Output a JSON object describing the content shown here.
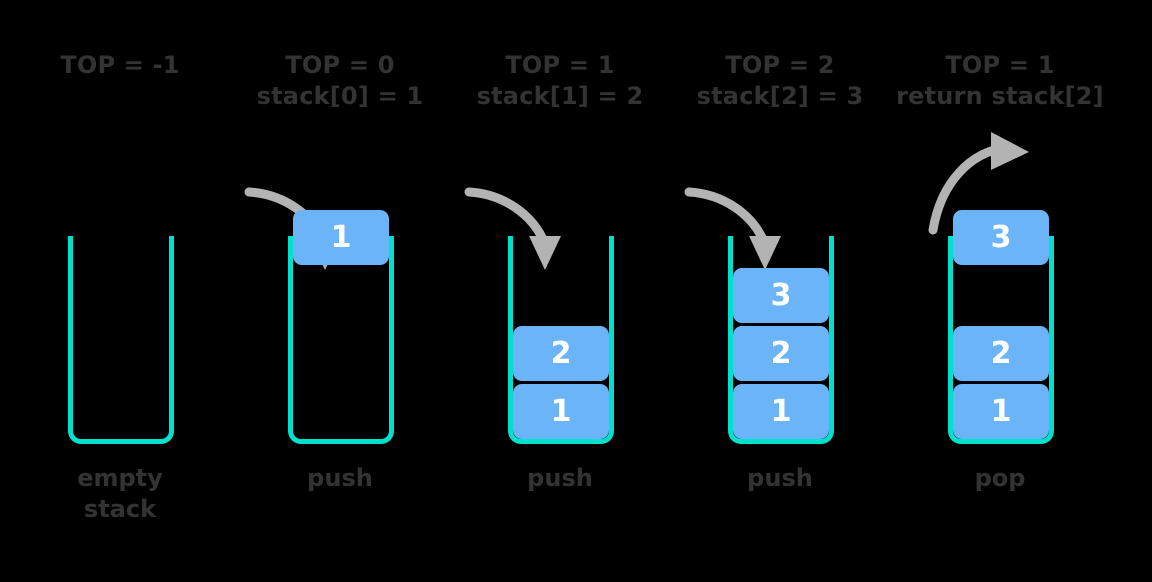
{
  "diagram": {
    "title": "Stack push and pop operations",
    "background_color": "#000000",
    "vessel_color": "#00e0cc",
    "cell_color": "#6cb4f8",
    "cell_text_color": "#ffffff",
    "text_color": "#333333",
    "arrow_color": "#b3b3b3"
  },
  "columns": [
    {
      "id": "empty",
      "caption_lines": [
        "TOP = -1"
      ],
      "op_lines": [
        "empty",
        "stack"
      ],
      "cells": [],
      "arrow": "none"
    },
    {
      "id": "push-1",
      "caption_lines": [
        "TOP = 0",
        "stack[0] = 1"
      ],
      "op_lines": [
        "push"
      ],
      "cells": [
        {
          "value": "1",
          "slot": 3,
          "floating": true
        }
      ],
      "arrow": "push-arrow"
    },
    {
      "id": "push-2",
      "caption_lines": [
        "TOP = 1",
        "stack[1] = 2"
      ],
      "op_lines": [
        "push"
      ],
      "cells": [
        {
          "value": "2",
          "slot": 1,
          "floating": false
        },
        {
          "value": "1",
          "slot": 0,
          "floating": false
        }
      ],
      "arrow": "push-arrow"
    },
    {
      "id": "push-3",
      "caption_lines": [
        "TOP = 2",
        "stack[2] = 3"
      ],
      "op_lines": [
        "push"
      ],
      "cells": [
        {
          "value": "3",
          "slot": 2,
          "floating": false
        },
        {
          "value": "2",
          "slot": 1,
          "floating": false
        },
        {
          "value": "1",
          "slot": 0,
          "floating": false
        }
      ],
      "arrow": "push-arrow"
    },
    {
      "id": "pop",
      "caption_lines": [
        "TOP = 1",
        "return stack[2]"
      ],
      "op_lines": [
        "pop"
      ],
      "cells": [
        {
          "value": "3",
          "slot": 3,
          "floating": true
        },
        {
          "value": "2",
          "slot": 1,
          "floating": false
        },
        {
          "value": "1",
          "slot": 0,
          "floating": false
        }
      ],
      "arrow": "pop-arrow"
    }
  ]
}
